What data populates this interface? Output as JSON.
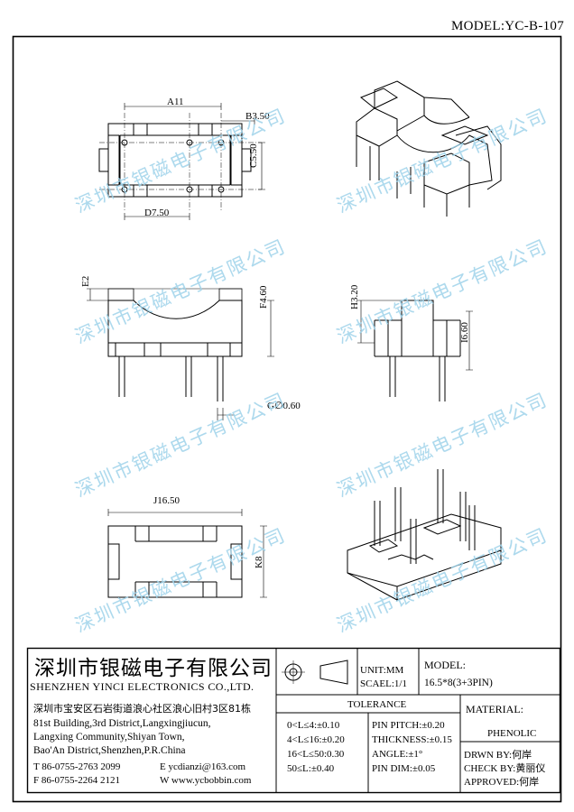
{
  "header": {
    "model": "MODEL:YC-B-107"
  },
  "dimensions": {
    "a11": "A11",
    "b350": "B3.50",
    "c550": "C5.50",
    "d750": "D7.50",
    "e2": "E2",
    "f460": "F4.60",
    "g060": "G∅0.60",
    "h320": "H3.20",
    "i660": "I6.60",
    "j1650": "J16.50",
    "k8": "K8"
  },
  "watermark": {
    "text": "深圳市银磁电子有限公司"
  },
  "title_block": {
    "company_cn": "深圳市银磁电子有限公司",
    "company_en": "SHENZHEN YINCI ELECTRONICS CO.,LTD.",
    "address_cn": "深圳市宝安区石岩街道浪心社区浪心旧村3区81栋",
    "address_en": [
      "81st Building,3rd District,Langxingjiucun,",
      "Langxing Community,Shiyan Town,",
      "Bao'An District,Shenzhen,P.R.China"
    ],
    "tel": "T 86-0755-2763 2099",
    "fax": "F 86-0755-2264 2121",
    "email": "E ycdianzi@163.com",
    "web": "W www.ycbobbin.com",
    "unit": "UNIT:MM",
    "scale": "SCAEL:1/1",
    "model_label": "MODEL:",
    "model_value": "16.5*8(3+3PIN)",
    "tolerance_title": "TOLERANCE",
    "tol_left": [
      "0<L≤4:±0.10",
      "4<L≤16:±0.20",
      "16<L≤50:0.30",
      "50≤L:±0.40"
    ],
    "tol_right": [
      "PIN PITCH:±0.20",
      "THICKNESS:±0.15",
      "ANGLE:±1°",
      "PIN DIM:±0.05"
    ],
    "material_label": "MATERIAL:",
    "material_value": "PHENOLIC",
    "drawn": "DRWN BY:何岸",
    "check": "CHECK BY:黄丽仪",
    "approved": "APPROVED:何岸"
  }
}
